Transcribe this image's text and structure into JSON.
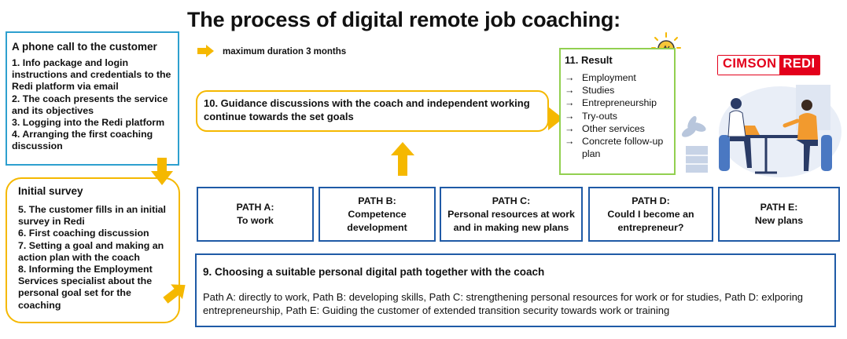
{
  "title": "The process of digital remote job coaching:",
  "legend": {
    "text": "maximum duration 3 months"
  },
  "phone_call": {
    "heading": "A phone call to the customer",
    "steps": [
      "1. Info package and login instructions and credentials to the Redi platform via email",
      "2. The coach presents the service and its objectives",
      "3. Logging into the Redi platform",
      "4. Arranging the first coaching discussion"
    ]
  },
  "initial_survey": {
    "heading": "Initial survey",
    "steps": [
      "5. The customer fills in an initial survey in Redi",
      "6. First coaching discussion",
      "7. Setting a goal and making an action plan with the coach",
      "8. Informing the Employment Services specialist about the personal goal set for the coaching"
    ]
  },
  "guidance": {
    "text": "10. Guidance discussions with the coach and independent working continue towards the set goals"
  },
  "result": {
    "heading": "11. Result",
    "arrow": "→",
    "items": [
      "Employment",
      "Studies",
      "Entrepreneurship",
      "Try-outs",
      "Other services",
      "Concrete follow-up plan"
    ]
  },
  "paths": [
    {
      "title": "PATH A:",
      "desc": "To work"
    },
    {
      "title": "PATH B:",
      "desc": "Competence development"
    },
    {
      "title": "PATH C:",
      "desc": "Personal resources at work and in making new plans"
    },
    {
      "title": "PATH D:",
      "desc": "Could I become an entrepreneur?"
    },
    {
      "title": "PATH E:",
      "desc": "New plans"
    }
  ],
  "choosing": {
    "heading": "9. Choosing a suitable personal digital path together with the coach",
    "text": "Path A: directly to work, Path B: developing skills, Path C: strengthening personal resources for work or for studies, Path D: exlporing entrepreneurship, Path E: Guiding the customer of extended transition security towards work or training"
  },
  "logo": {
    "part1": "CIMSON",
    "part2": "REDI"
  },
  "colors": {
    "arrow": "#f5b800",
    "phone_border": "#2ea0cf",
    "survey_border": "#f5b800",
    "path_border": "#1f5aa6",
    "result_border": "#92d050",
    "logo_red": "#e3001b"
  }
}
